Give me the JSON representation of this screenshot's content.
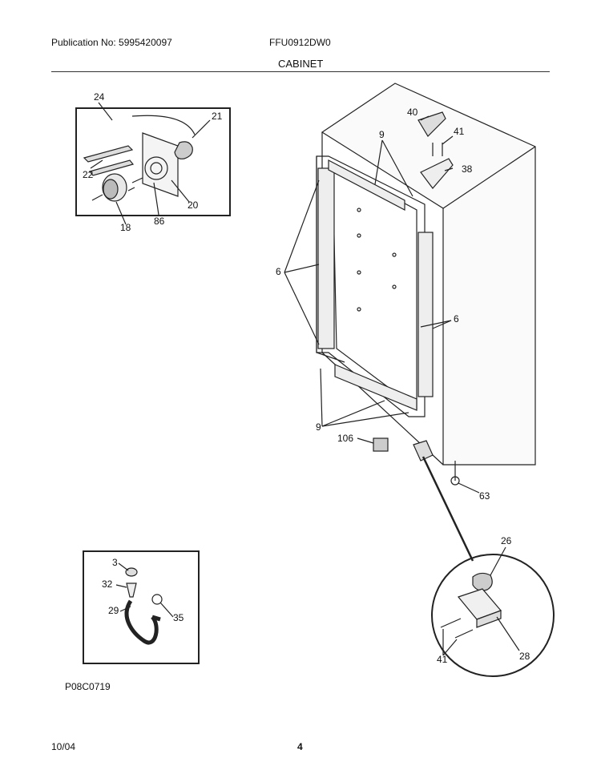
{
  "header": {
    "publication": "Publication No: 5995420097",
    "model": "FFU0912DW0",
    "section": "CABINET"
  },
  "footer": {
    "date": "10/04",
    "page": "4",
    "diagram_code": "P08C0719"
  },
  "callouts": {
    "c24": "24",
    "c21": "21",
    "c22": "22",
    "c20": "20",
    "c86": "86",
    "c18": "18",
    "c40": "40",
    "c41_top": "41",
    "c38": "38",
    "c9_top": "9",
    "c6_left": "6",
    "c6_right": "6",
    "c9_bottom": "9",
    "c106": "106",
    "c63": "63",
    "c26": "26",
    "c41_bottom": "41",
    "c28": "28",
    "c3": "3",
    "c32": "32",
    "c29": "29",
    "c35": "35"
  }
}
